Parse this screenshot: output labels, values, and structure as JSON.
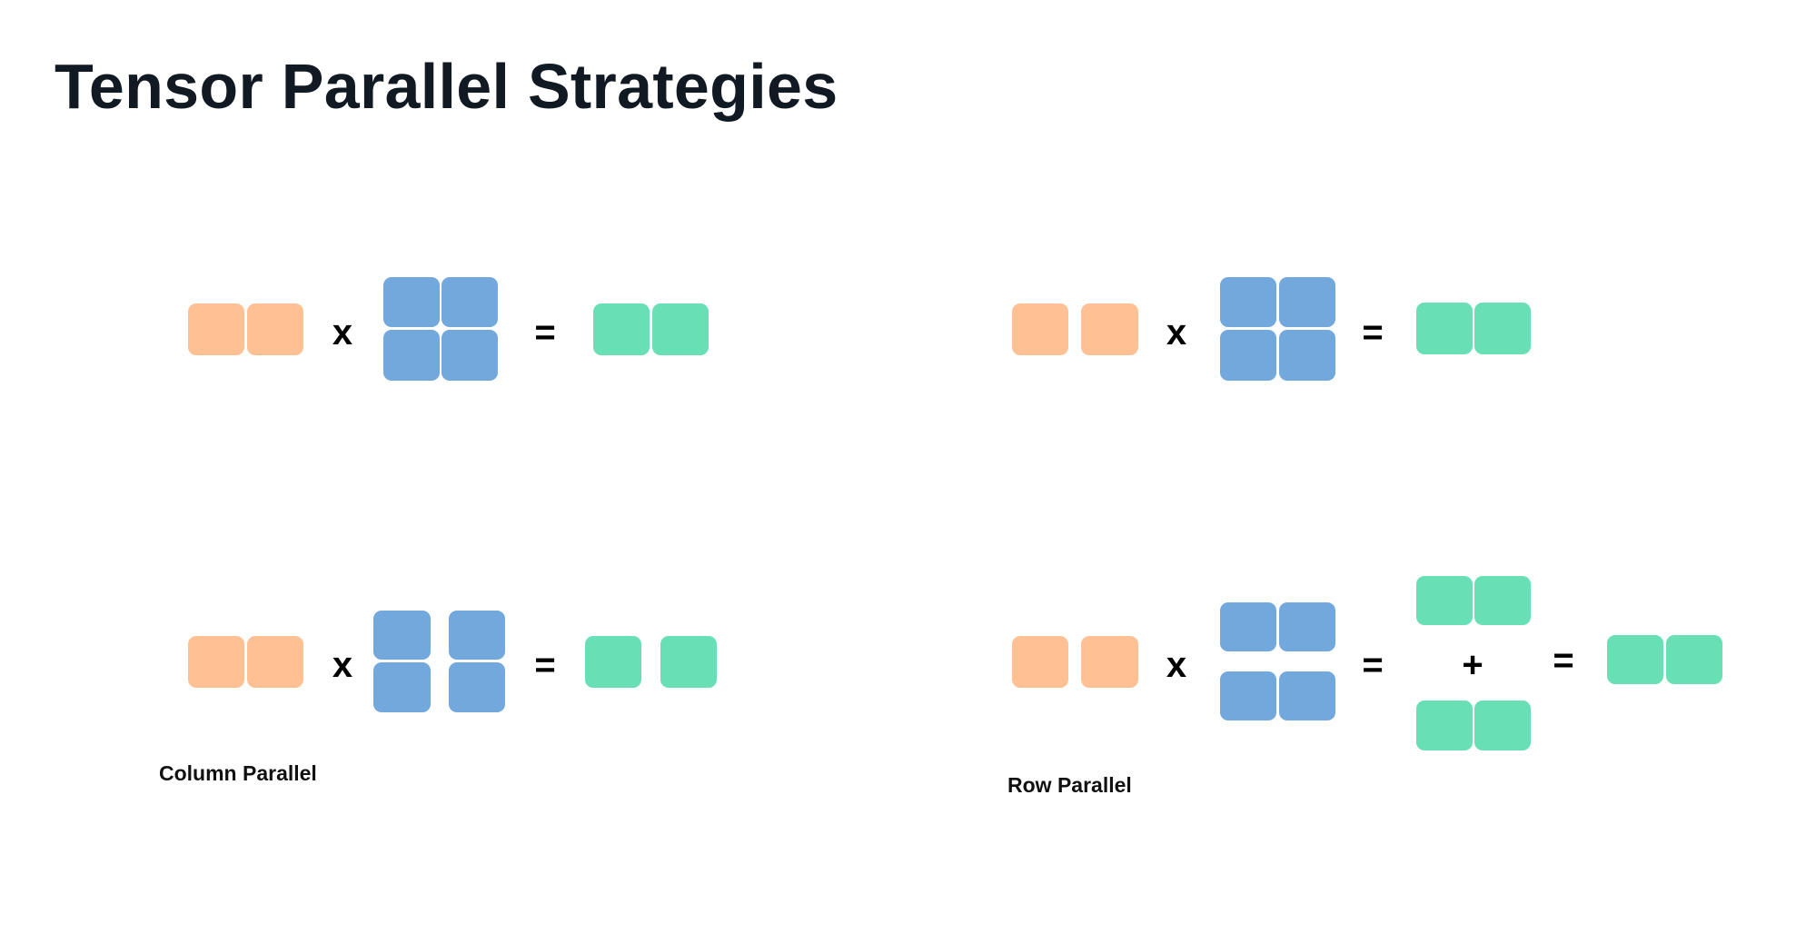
{
  "title": "Tensor Parallel Strategies",
  "operators": {
    "times": "x",
    "equals": "=",
    "plus": "+"
  },
  "labels": {
    "column": "Column Parallel",
    "row": "Row Parallel"
  },
  "colors": {
    "input": "#FFC194",
    "weight": "#72A8DB",
    "output": "#68DFB5",
    "title": "#111a22"
  }
}
